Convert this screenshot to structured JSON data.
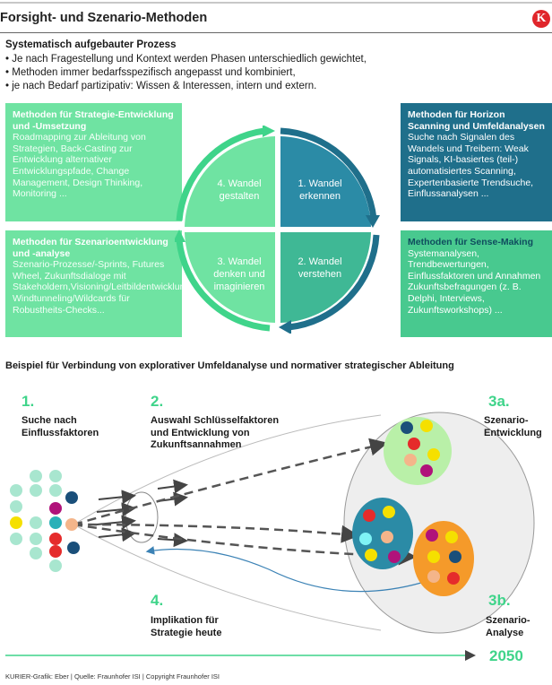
{
  "header": {
    "title": "Forsight- und Szenario-Methoden",
    "logo_letter": "K"
  },
  "intro": {
    "subtitle": "Systematisch aufgebauter Prozess",
    "bullets": [
      "Je nach Fragestellung und Kontext werden Phasen unterschiedlich gewichtet,",
      "Methoden immer bedarfsspezifisch angepasst und kombiniert,",
      "je nach Bedarf partizipativ: Wissen & Interessen, intern und extern."
    ]
  },
  "boxes": {
    "left_top": {
      "heading": "Methoden für Strategie-Entwicklung und -Umsetzung",
      "body": "Roadmapping zur Ableitung von Strategien, Back-Casting zur Entwicklung alternativer Entwicklungspfade, Change Management, Design Thinking, Monitoring ..."
    },
    "left_bottom": {
      "heading": "Methoden für Szenarioentwicklung und -analyse",
      "body": "Szenario-Prozesse/-Sprints, Futures Wheel, Zukunftsdialoge mit Stakeholdern,Visioning/Leitbildentwicklung, Windtunneling/Wildcards für Robustheits-Checks..."
    },
    "right_top": {
      "heading": "Methoden für Horizon Scanning und Umfeldanalysen",
      "body": "Suche nach Signalen des Wandels und Treibern: Weak Signals, KI-basiertes (teil-) automatisiertes Scanning, Expertenbasierte Trendsuche, Einflussanalysen ..."
    },
    "right_bottom": {
      "heading": "Methoden für Sense-Making",
      "body": "Systemanalysen, Trendbewertungen, Einflussfaktoren und Annahmen Zukunftsbefragungen (z. B. Delphi, Interviews, Zukunftsworkshops) ..."
    }
  },
  "cycle": {
    "q1": [
      "1. Wandel",
      "erkennen"
    ],
    "q2": [
      "2. Wandel",
      "verstehen"
    ],
    "q3": [
      "3. Wandel",
      "denken und",
      "imaginieren"
    ],
    "q4": [
      "4. Wandel",
      "gestalten"
    ],
    "colors": {
      "q1": "#2b8ba6",
      "q2": "#3fb895",
      "q3": "#6fe3a2",
      "q4": "#6fe3a2",
      "arrow_dark": "#1f6f8b",
      "arrow_light": "#3fd48a"
    }
  },
  "example": {
    "heading": "Beispiel für Verbindung von explorativer Umfeldanalyse und normativer strategischer Ableitung",
    "step1": {
      "num": "1.",
      "label": [
        "Suche nach",
        "Einflussfaktoren"
      ]
    },
    "step2": {
      "num": "2.",
      "label": [
        "Auswahl Schlüsselfaktoren",
        "und Entwicklung von",
        "Zukunftsannahmen"
      ]
    },
    "step3a": {
      "num": "3a.",
      "label": [
        "Szenario-",
        "Entwicklung"
      ]
    },
    "step3b": {
      "num": "3b.",
      "label": [
        "Szenario-",
        "Analyse"
      ]
    },
    "step4": {
      "num": "4.",
      "label": [
        "Implikation für",
        "Strategie heute"
      ]
    },
    "year": "2050",
    "dot_colors": {
      "teal": "#2ab0b8",
      "mint": "#a8e6cf",
      "navy": "#1a4f7a",
      "yellow": "#f5e000",
      "red": "#e52b2b",
      "magenta": "#b0127a",
      "peach": "#f4b58a",
      "cyan": "#7ff3f5"
    }
  },
  "footer": "KURIER-Grafik: Eber | Quelle: Fraunhofer ISI | Copyright Fraunhofer ISI"
}
